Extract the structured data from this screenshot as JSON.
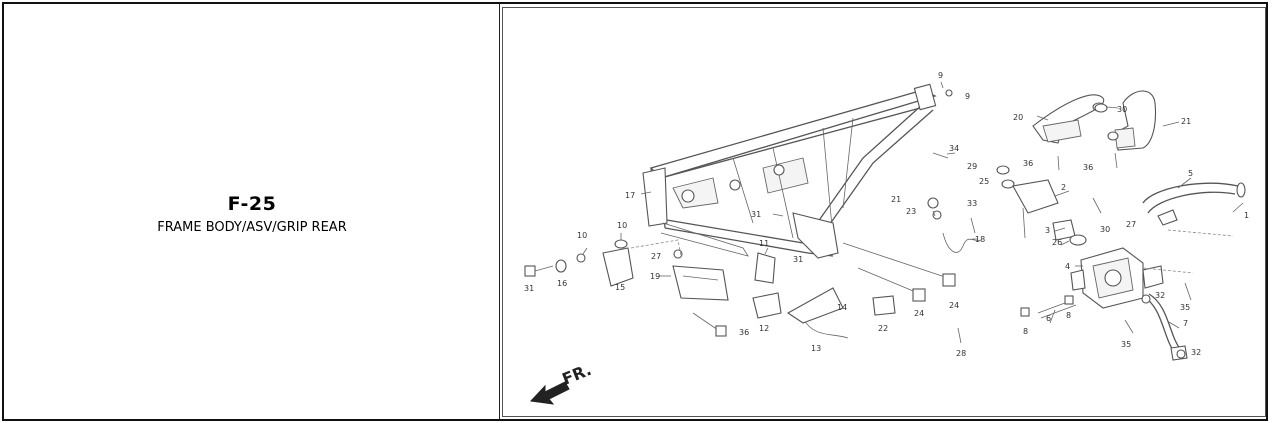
{
  "section": {
    "code": "F-25",
    "title": "FRAME BODY/ASV/GRIP REAR"
  },
  "diagram": {
    "direction_label": "FR.",
    "part_numbers": [
      "1",
      "2",
      "3",
      "4",
      "5",
      "6",
      "7",
      "8",
      "9",
      "10",
      "11",
      "12",
      "13",
      "14",
      "15",
      "16",
      "17",
      "18",
      "19",
      "20",
      "21",
      "22",
      "23",
      "24",
      "25",
      "26",
      "27",
      "28",
      "29",
      "30",
      "31",
      "32",
      "33",
      "34",
      "35",
      "36"
    ]
  }
}
